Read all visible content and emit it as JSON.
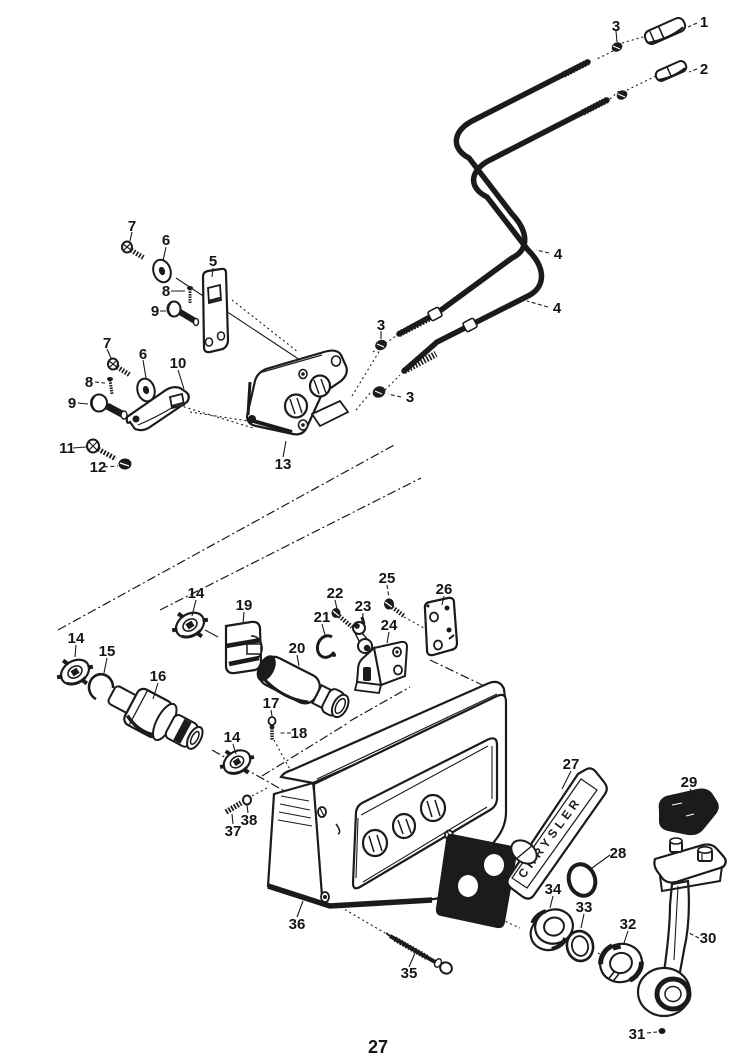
{
  "page": {
    "number": "27"
  },
  "plate": {
    "brand_text": "CHRYSLER"
  },
  "colors": {
    "ink": "#1b1b1b",
    "paper": "#ffffff"
  },
  "callouts": {
    "c1": "1",
    "c2": "2",
    "c3a": "3",
    "c3b": "3",
    "c3c": "3",
    "c4a": "4",
    "c4b": "4",
    "c5": "5",
    "c6a": "6",
    "c6b": "6",
    "c7a": "7",
    "c7b": "7",
    "c8a": "8",
    "c8b": "8",
    "c9a": "9",
    "c9b": "9",
    "c10": "10",
    "c11": "11",
    "c12": "12",
    "c13": "13",
    "c14a": "14",
    "c14b": "14",
    "c14c": "14",
    "c15": "15",
    "c16": "16",
    "c17": "17",
    "c18": "18",
    "c19": "19",
    "c20": "20",
    "c21": "21",
    "c22": "22",
    "c23": "23",
    "c24": "24",
    "c25": "25",
    "c26": "26",
    "c27": "27",
    "c28": "28",
    "c29": "29",
    "c30": "30",
    "c31": "31",
    "c32": "32",
    "c33": "33",
    "c34": "34",
    "c35": "35",
    "c36": "36",
    "c37": "37",
    "c38": "38"
  }
}
